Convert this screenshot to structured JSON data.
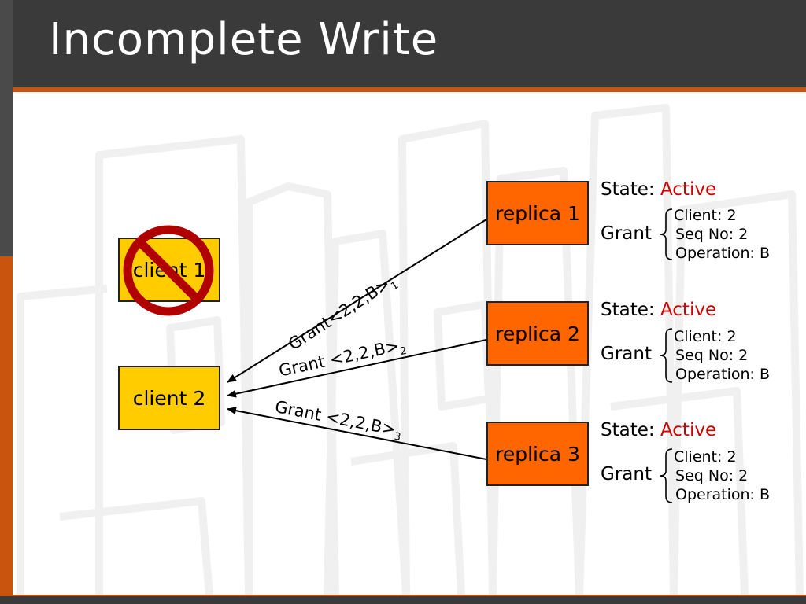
{
  "slide": {
    "title": "Incomplete Write"
  },
  "colors": {
    "title_bar": "#3a3a3a",
    "accent": "#c8540d",
    "client_fill": "#ffcc00",
    "replica_fill": "#ff6600",
    "state_active": "#cc0000",
    "prohibit_sign": "#b00000"
  },
  "clients": [
    {
      "label": "client 1",
      "status_icon": "prohibited-sign-icon"
    },
    {
      "label": "client 2"
    }
  ],
  "messages": [
    {
      "text": "Grant<2,2,B>",
      "subscript": "1"
    },
    {
      "text": "Grant <2,2,B>",
      "subscript": "2"
    },
    {
      "text": "Grant <2,2,B>",
      "subscript": "3"
    }
  ],
  "replicas": [
    {
      "label": "replica 1",
      "state_label": "State:",
      "state_value": "Active",
      "grant_label": "Grant",
      "grant": {
        "client": "Client: 2",
        "seq": "Seq No: 2",
        "operation": "Operation: B"
      }
    },
    {
      "label": "replica 2",
      "state_label": "State:",
      "state_value": "Active",
      "grant_label": "Grant",
      "grant": {
        "client": "Client: 2",
        "seq": "Seq No: 2",
        "operation": "Operation: B"
      }
    },
    {
      "label": "replica 3",
      "state_label": "State:",
      "state_value": "Active",
      "grant_label": "Grant",
      "grant": {
        "client": "Client: 2",
        "seq": "Seq No: 2",
        "operation": "Operation: B"
      }
    }
  ]
}
